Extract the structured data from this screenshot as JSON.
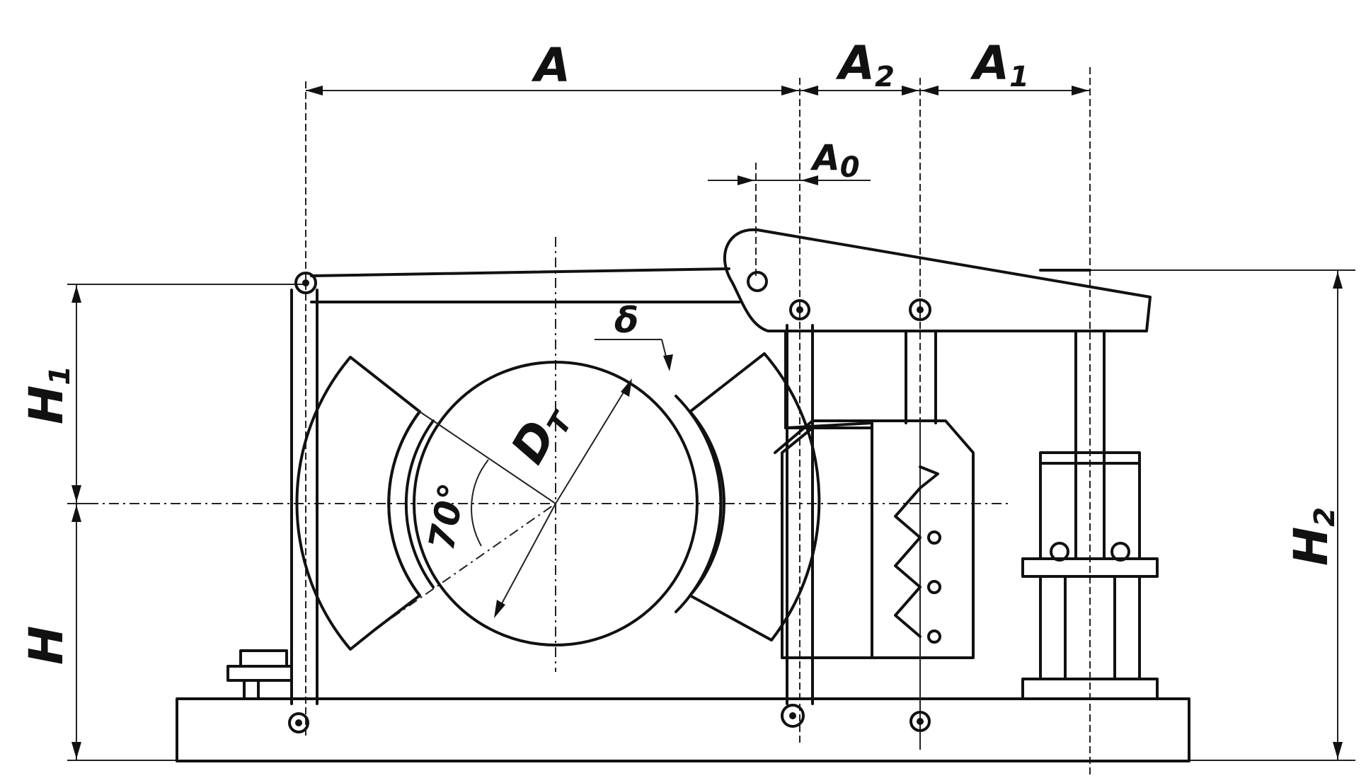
{
  "labels": {
    "A": "A",
    "A2": "A",
    "A2_sub": "2",
    "A1": "A",
    "A1_sub": "1",
    "A0": "A",
    "A0_sub": "0",
    "H1": "H",
    "H1_sub": "1",
    "H": "H",
    "H2": "H",
    "H2_sub": "2",
    "D": "D",
    "D_sub": "T",
    "angle": "70°",
    "delta": "δ"
  }
}
